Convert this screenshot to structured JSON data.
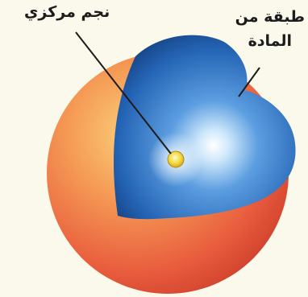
{
  "labels": {
    "core": "نجم مركزي",
    "layer_line1": "طبقة من",
    "layer_line2": "المادة"
  },
  "colors": {
    "outer_shell": "#e8553c",
    "outer_shell_light": "#f7a25d",
    "inner_layer": "#1f5fb0",
    "inner_layer_light": "#8cc4f0",
    "core_star": "#f2d63a",
    "background": "#fbf9ec"
  }
}
